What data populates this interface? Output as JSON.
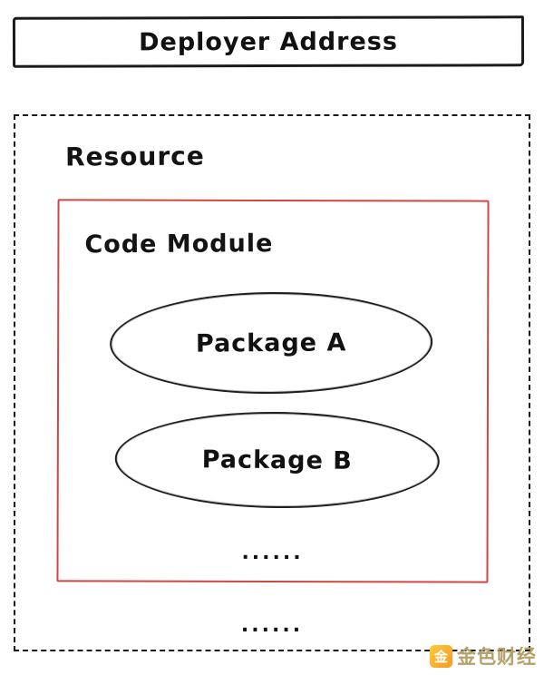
{
  "diagram": {
    "deployer_box": {
      "label": "Deployer Address"
    },
    "resource_box": {
      "label": "Resource",
      "ellipsis": "......"
    },
    "code_module_box": {
      "label": "Code Module",
      "ellipsis": "......",
      "border_color": "#cf4742"
    },
    "packages": [
      {
        "label": "Package A"
      },
      {
        "label": "Package B"
      }
    ]
  },
  "watermark": {
    "text": "金色财经",
    "icon_glyph": "金",
    "icon_color": "#f7a823"
  }
}
